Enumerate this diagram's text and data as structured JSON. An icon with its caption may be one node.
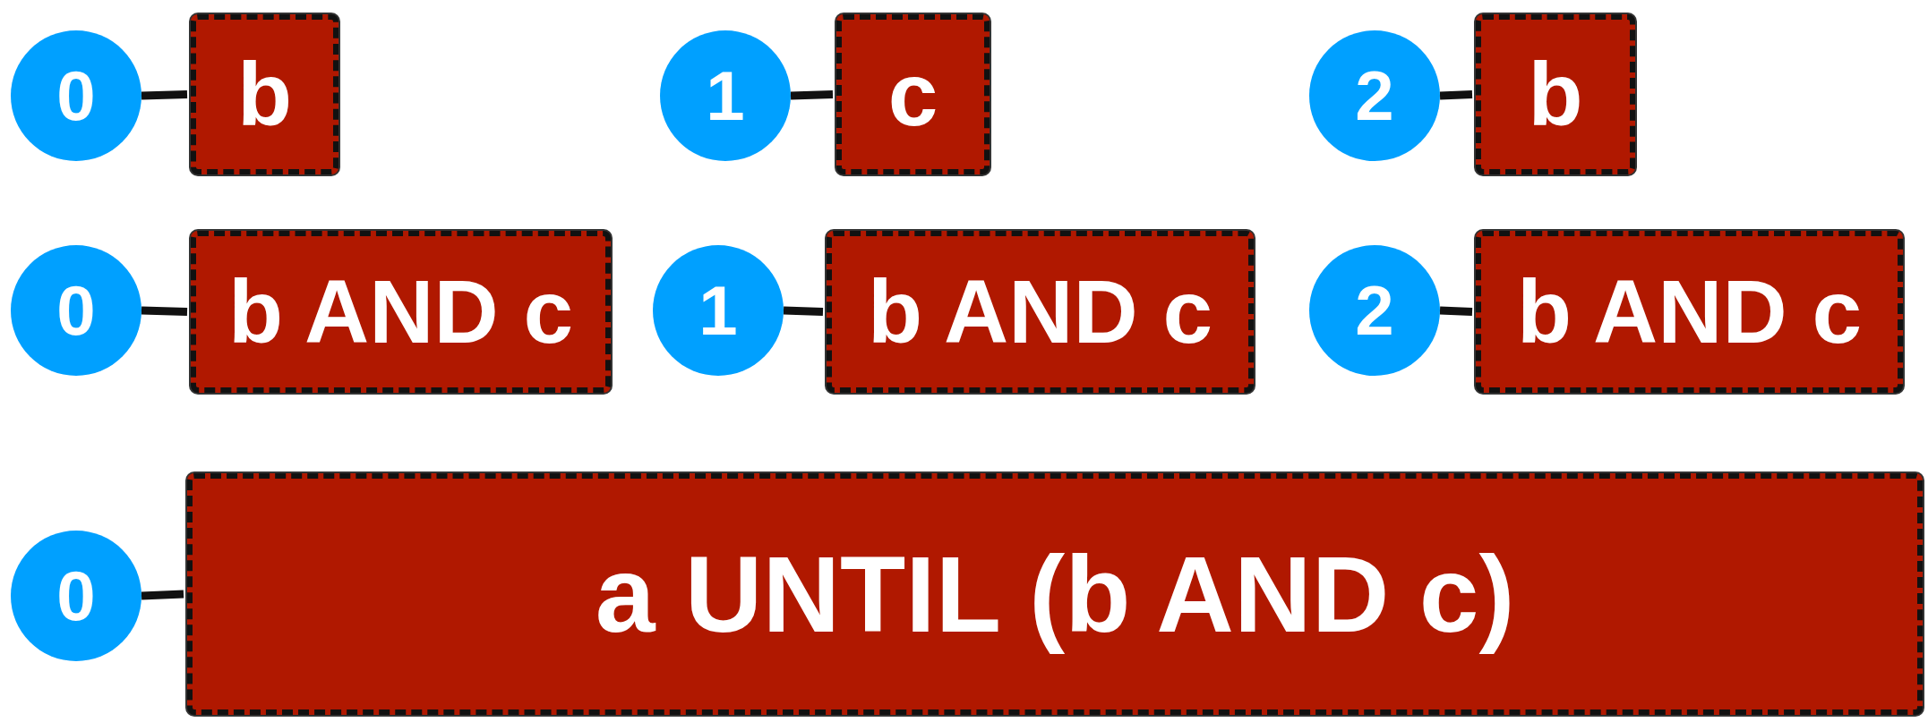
{
  "diagram": {
    "nodes": [
      {
        "text": [
          "0"
        ]
      },
      {
        "text": [
          "b"
        ]
      },
      {
        "text": [
          "1"
        ]
      },
      {
        "text": [
          "c"
        ]
      },
      {
        "text": [
          "2"
        ]
      },
      {
        "text": [
          "b"
        ]
      },
      {
        "text": [
          "0"
        ]
      },
      {
        "text": [
          "b AND c"
        ]
      },
      {
        "text": [
          "1"
        ]
      },
      {
        "text": [
          "b AND c"
        ]
      },
      {
        "text": [
          "2"
        ]
      },
      {
        "text": [
          "b AND c"
        ]
      },
      {
        "text": [
          "0"
        ]
      },
      {
        "text": [
          "a UNTIL (b AND c)"
        ]
      }
    ],
    "edges": [
      {
        "from": 0,
        "to": 1,
        "arrow": "none"
      },
      {
        "from": 2,
        "to": 3,
        "arrow": "none"
      },
      {
        "from": 4,
        "to": 5,
        "arrow": "none"
      },
      {
        "from": 6,
        "to": 7,
        "arrow": "none"
      },
      {
        "from": 8,
        "to": 9,
        "arrow": "none"
      },
      {
        "from": 10,
        "to": 11,
        "arrow": "none"
      },
      {
        "from": 12,
        "to": 13,
        "arrow": "none"
      }
    ]
  }
}
